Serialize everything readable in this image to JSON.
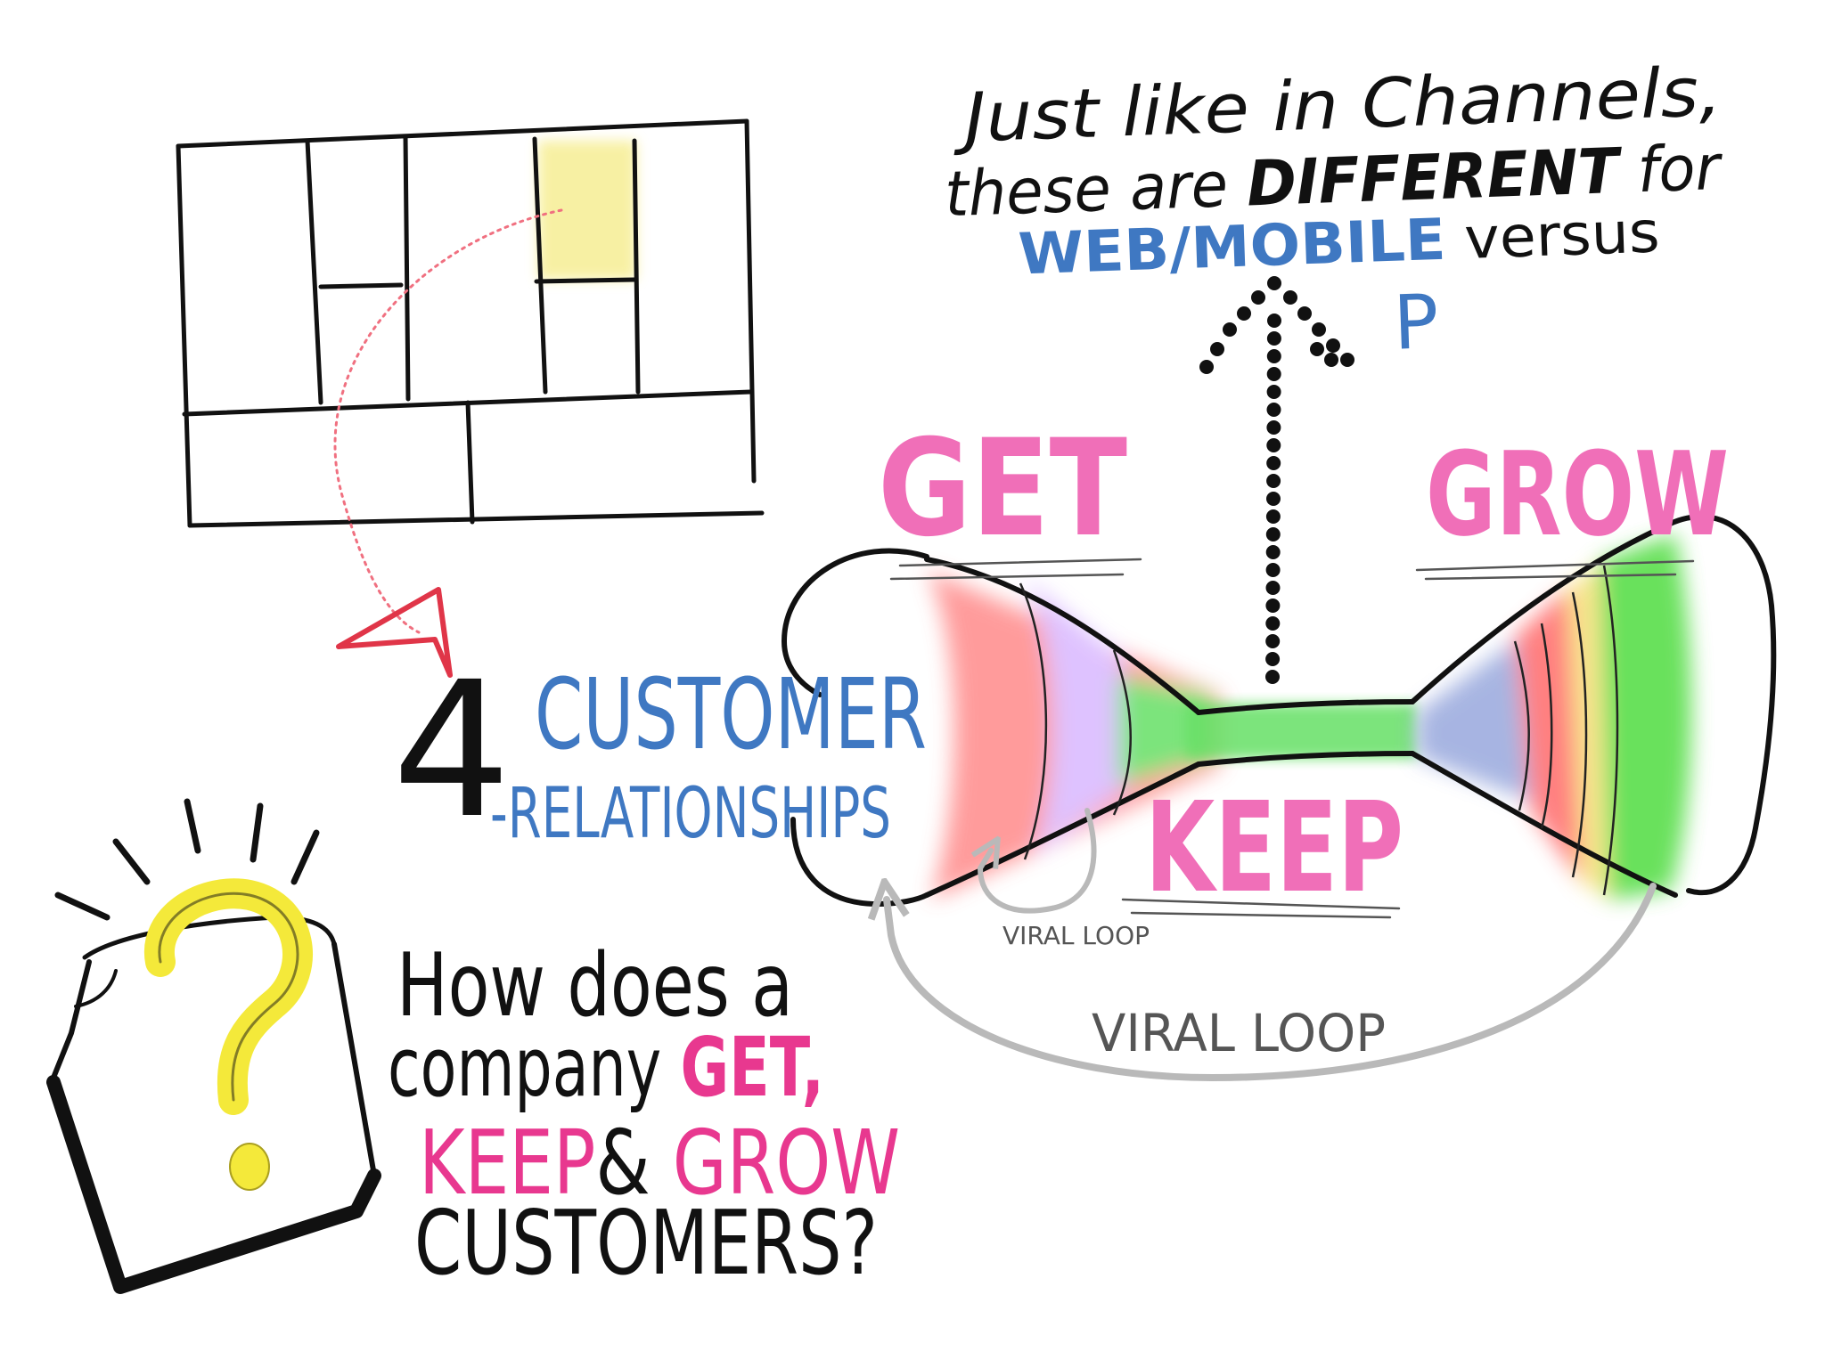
{
  "colors": {
    "ink": "#111111",
    "pink": "#f06fb8",
    "magenta": "#e8388f",
    "blue": "#3f78c2",
    "highlight_yellow": "#f7ef9a",
    "question_yellow": "#f4e93a",
    "arrow_red": "#e03548",
    "loop_grey": "#b9b9b9",
    "funnel_green": "#5fe05f"
  },
  "icons": [
    "question-mark-icon",
    "lightbulb-rays-icon",
    "dotted-arrow-up-icon",
    "curved-dotted-arrow-icon"
  ],
  "note": {
    "line1": "Just like in Channels,",
    "line2_a": "these are ",
    "line2_b": "DIFFERENT",
    "line2_c": " for",
    "line3_a": "WEB/MOBILE",
    "line3_b": " versus",
    "line4": "P"
  },
  "section": {
    "number": "4",
    "title_line1": "CUSTOMER",
    "title_line2": "-RELATIONSHIPS"
  },
  "funnel": {
    "get": "GET",
    "keep": "KEEP",
    "grow": "GROW",
    "viral_loop_small": "VIRAL LOOP",
    "viral_loop_large": "VIRAL LOOP"
  },
  "question": {
    "line1": "How does a",
    "line2_a": "company ",
    "line2_b": "GET,",
    "line3_a": "KEEP",
    "line3_b": "& ",
    "line3_c": "GROW",
    "line4": "CUSTOMERS?"
  }
}
